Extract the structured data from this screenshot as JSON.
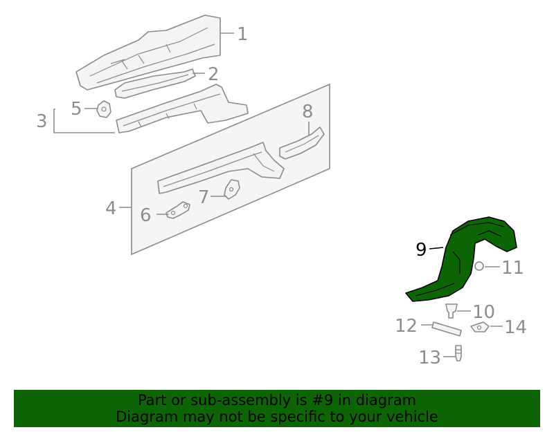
{
  "diagram": {
    "callouts": [
      {
        "id": "1",
        "label": "1"
      },
      {
        "id": "2",
        "label": "2"
      },
      {
        "id": "3",
        "label": "3"
      },
      {
        "id": "4",
        "label": "4"
      },
      {
        "id": "5",
        "label": "5"
      },
      {
        "id": "6",
        "label": "6"
      },
      {
        "id": "7",
        "label": "7"
      },
      {
        "id": "8",
        "label": "8"
      },
      {
        "id": "9",
        "label": "9"
      },
      {
        "id": "10",
        "label": "10"
      },
      {
        "id": "11",
        "label": "11"
      },
      {
        "id": "12",
        "label": "12"
      },
      {
        "id": "13",
        "label": "13"
      },
      {
        "id": "14",
        "label": "14"
      }
    ],
    "highlighted_part": "9",
    "colors": {
      "highlight": "#0e6506",
      "line": "#8a8a8a",
      "callout_text": "#8c8c8c",
      "active_text": "#000000",
      "banner_bg": "#0e6506"
    }
  },
  "banner": {
    "line1": "Part or sub-assembly is #9 in diagram",
    "line2": "Diagram may not be specific to your vehicle"
  }
}
